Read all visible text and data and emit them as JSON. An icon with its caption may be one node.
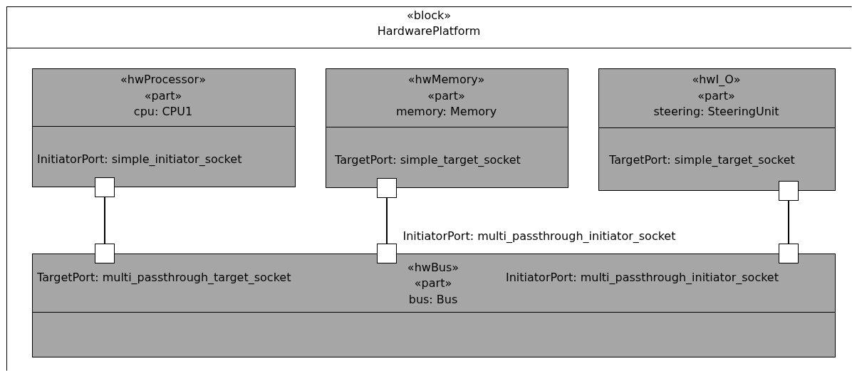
{
  "diagram": {
    "nodes": [
      {
        "text": [
          "«block»",
          "HardwarePlatform"
        ]
      },
      {
        "text": [
          "«hwProcessor»",
          "«part»",
          "cpu: CPU1",
          "InitiatorPort: simple_initiator_socket"
        ],
        "in": 0
      },
      {
        "text": [
          "«hwMemory»",
          "«part»",
          "memory: Memory",
          "TargetPort: simple_target_socket"
        ],
        "in": 0
      },
      {
        "text": [
          "«hwI_O»",
          "«part»",
          "steering: SteeringUnit",
          "TargetPort: simple_target_socket"
        ],
        "in": 0
      },
      {
        "text": [
          "«hwBus»",
          "«part»",
          "bus: Bus",
          "TargetPort: multi_passthrough_target_socket",
          "InitiatorPort: multi_passthrough_initiator_socket"
        ],
        "in": 0
      },
      {
        "text": [],
        "shape": "box",
        "in": 0
      },
      {
        "text": [],
        "shape": "box",
        "in": 0
      },
      {
        "text": [],
        "shape": "box",
        "in": 0
      },
      {
        "text": [],
        "shape": "box",
        "in": 0
      },
      {
        "text": [],
        "shape": "box",
        "in": 0,
        "beside": [
          "InitiatorPort: multi_passthrough_initiator_socket"
        ]
      },
      {
        "text": [],
        "shape": "box",
        "in": 0
      }
    ],
    "edges": [
      {
        "from": 5,
        "to": 8,
        "arrow": "none"
      },
      {
        "from": 6,
        "to": 9,
        "arrow": "none"
      },
      {
        "from": 7,
        "to": 10,
        "arrow": "none"
      }
    ]
  }
}
